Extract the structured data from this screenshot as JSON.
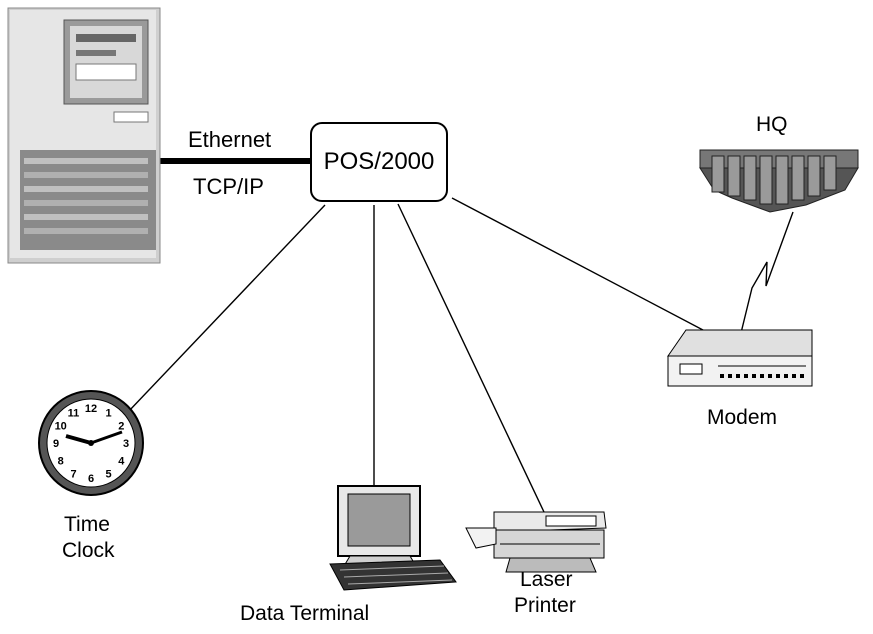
{
  "hub": {
    "label": "POS/2000"
  },
  "server": {
    "link_label_top": "Ethernet",
    "link_label_bottom": "TCP/IP"
  },
  "hq": {
    "label": "HQ"
  },
  "modem": {
    "label": "Modem"
  },
  "time_clock": {
    "line1": "Time",
    "line2": "Clock"
  },
  "data_terminal": {
    "label": "Data Terminal"
  },
  "laser_printer": {
    "line1": "Laser",
    "line2": "Printer"
  },
  "clock_numbers": [
    "12",
    "1",
    "2",
    "3",
    "4",
    "5",
    "6",
    "7",
    "8",
    "9",
    "10",
    "11"
  ]
}
